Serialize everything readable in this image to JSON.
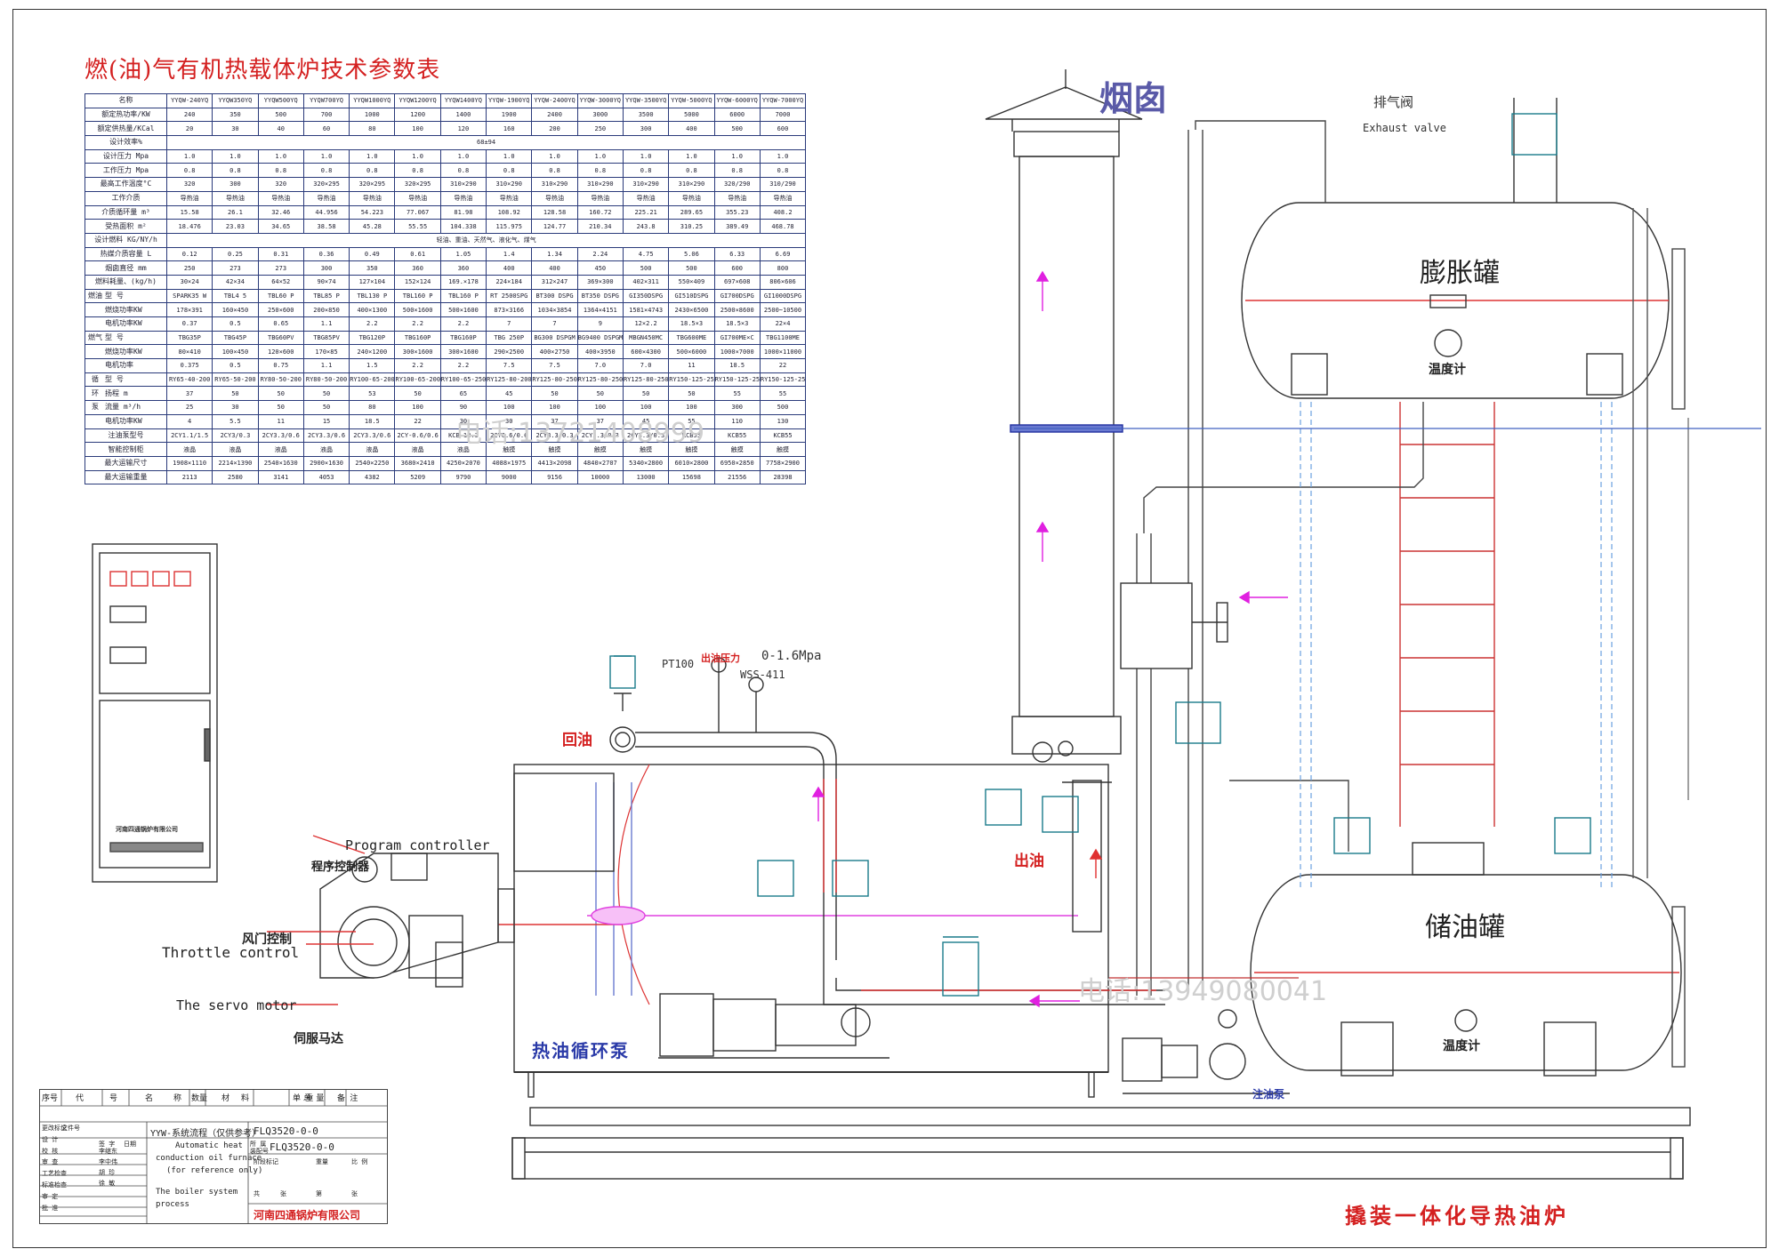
{
  "title": "燃(油)气有机热载体炉技术参数表",
  "param_table": {
    "rows": [
      [
        "名称",
        "YYQW-240YQ",
        "YYQW350YQ",
        "YYQW500YQ",
        "YYQW700YQ",
        "YYQW1000YQ",
        "YYQW1200YQ",
        "YYQW1400YQ",
        "YYQW-1900YQ",
        "YYQW-2400YQ",
        "YYQW-3000YQ",
        "YYQW-3500YQ",
        "YYQW-5000YQ",
        "YYQW-6000YQ",
        "YYQW-7000YQ"
      ],
      [
        "额定热功率/KW",
        "240",
        "350",
        "500",
        "700",
        "1000",
        "1200",
        "1400",
        "1900",
        "2400",
        "3000",
        "3500",
        "5000",
        "6000",
        "7000"
      ],
      [
        "额定供热量/KCal",
        "20",
        "30",
        "40",
        "60",
        "80",
        "100",
        "120",
        "160",
        "200",
        "250",
        "300",
        "400",
        "500",
        "600"
      ],
      [
        "设计效率%",
        "68±94"
      ],
      [
        "设计压力 Mpa",
        "1.0",
        "1.0",
        "1.0",
        "1.0",
        "1.0",
        "1.0",
        "1.0",
        "1.0",
        "1.0",
        "1.0",
        "1.0",
        "1.0",
        "1.0",
        "1.0"
      ],
      [
        "工作压力 Mpa",
        "0.8",
        "0.8",
        "0.8",
        "0.8",
        "0.8",
        "0.8",
        "0.8",
        "0.8",
        "0.8",
        "0.8",
        "0.8",
        "0.8",
        "0.8",
        "0.8"
      ],
      [
        "最高工作温度°C",
        "320",
        "300",
        "320",
        "320×295",
        "320×295",
        "320×295",
        "310×290",
        "310×290",
        "310×290",
        "310×290",
        "310×290",
        "310×290",
        "320/290",
        "310/290"
      ],
      [
        "工作介质",
        "导热油",
        "导热油",
        "导热油",
        "导热油",
        "导热油",
        "导热油",
        "导热油",
        "导热油",
        "导热油",
        "导热油",
        "导热油",
        "导热油",
        "导热油",
        "导热油"
      ],
      [
        "介质循环量 m³",
        "15.58",
        "26.1",
        "32.46",
        "44.956",
        "54.223",
        "77.067",
        "81.98",
        "108.92",
        "128.58",
        "160.72",
        "225.21",
        "289.65",
        "355.23",
        "408.2"
      ],
      [
        "受热面积 m²",
        "18.476",
        "23.03",
        "34.65",
        "38.58",
        "45.28",
        "55.55",
        "104.338",
        "115.975",
        "124.77",
        "210.34",
        "243.8",
        "310.25",
        "389.49",
        "468.78"
      ],
      [
        "设计燃料 KG/NY/h",
        "轻油、重油、天然气、液化气、煤气"
      ],
      [
        "热媒介质容量 L",
        "0.12",
        "0.25",
        "0.31",
        "0.36",
        "0.49",
        "0.61",
        "1.05",
        "1.4",
        "1.34",
        "2.24",
        "4.75",
        "5.06",
        "6.33",
        "6.69"
      ],
      [
        "烟囱直径 mm",
        "250",
        "273",
        "273",
        "300",
        "350",
        "360",
        "360",
        "400",
        "400",
        "450",
        "500",
        "500",
        "600",
        "800"
      ],
      [
        "燃料耗量、(kg/h)",
        "30×24",
        "42×34",
        "64×52",
        "90×74",
        "127×104",
        "152×124",
        "169.×178",
        "224×184",
        "312×247",
        "369×300",
        "402×311",
        "550×409",
        "697×608",
        "806×606"
      ],
      [
        "燃油",
        "型 号",
        "SPARK35 W",
        "TBL4 5",
        "TBL60 P",
        "TBL85 P",
        "TBL130 P",
        "TBL160 P",
        "TBL160 P",
        "RT 2500SPG",
        "BT300 DSPG",
        "BT350 DSPG",
        "GI350DSPG",
        "GI510DSPG",
        "GI700DSPG",
        "GI1000DSPG"
      ],
      [
        "",
        "燃烧功率KW",
        "178×391",
        "160×450",
        "250×600",
        "200×850",
        "400×1300",
        "500×1600",
        "500×1600",
        "873×3166",
        "1034×3854",
        "1364×4151",
        "1581×4743",
        "2430×6500",
        "2500×8600",
        "2500~10500"
      ],
      [
        "",
        "电机功率KW",
        "0.37",
        "0.5",
        "0.65",
        "1.1",
        "2.2",
        "2.2",
        "2.2",
        "7",
        "7",
        "9",
        "12×2.2",
        "18.5×3",
        "18.5×3",
        "22×4"
      ],
      [
        "燃气",
        "型 号",
        "TBG35P",
        "TBG45P",
        "TBG60PV",
        "TBG85PV",
        "TBG120P",
        "TBG160P",
        "TBG160P",
        "TBG 250P",
        "BG300 DSPGM",
        "BG9400 DSPGM",
        "MBGN450MC",
        "TBG600ME",
        "GI700ME×C",
        "TBG1100ME"
      ],
      [
        "",
        "燃烧功率KW",
        "80×410",
        "100×450",
        "120×600",
        "170×85",
        "240×1200",
        "300×1600",
        "300×1600",
        "290×2500",
        "400×2750",
        "400×3950",
        "600×4300",
        "500×6000",
        "1000×7000",
        "1000×11000"
      ],
      [
        "",
        "电机功率",
        "0.375",
        "0.5",
        "0.75",
        "1.1",
        "1.5",
        "2.2",
        "2.2",
        "7.5",
        "7.5",
        "7.0",
        "7.0",
        "11",
        "18.5",
        "22"
      ],
      [
        "循",
        "型 号",
        "RY65-40-200",
        "RY65-50-200",
        "RY80-50-200",
        "RY80-50-200",
        "RY100-65-200",
        "RY100-65-200",
        "RY100-65-250",
        "RY125-80-200",
        "RY125-80-250",
        "RY125-80-250",
        "RY125-80-250",
        "RY150-125-250",
        "RY150-125-250",
        "RY150-125-250"
      ],
      [
        "环",
        "扬程 m",
        "37",
        "50",
        "50",
        "50",
        "53",
        "50",
        "65",
        "45",
        "50",
        "50",
        "50",
        "50",
        "55",
        "55"
      ],
      [
        "泵",
        "流量 m³/h",
        "25",
        "30",
        "50",
        "50",
        "80",
        "100",
        "90",
        "100",
        "100",
        "100",
        "100",
        "100",
        "300",
        "500"
      ],
      [
        "",
        "电机功率KW",
        "4",
        "5.5",
        "11",
        "15",
        "18.5",
        "22",
        "30",
        "30",
        "37",
        "37",
        "45",
        "55",
        "110",
        "130"
      ],
      [
        "注油泵型号",
        "2CY1.1/1.5",
        "2CY3/0.3",
        "2CY3.3/0.6",
        "2CY3.3/0.6",
        "2CY3.3/0.6",
        "2CY-0.6/0.6",
        "KCB-18.3",
        "2CY0.6/0.6",
        "2CY3.3/0.3",
        "2CY3.3/0.3",
        "2CY3.3/0.3",
        "KCB55",
        "KCB55",
        "KCB55"
      ],
      [
        "智能控制柜",
        "液晶",
        "液晶",
        "液晶",
        "液晶",
        "液晶",
        "液晶",
        "液晶",
        "触摸",
        "触摸",
        "触摸",
        "触摸",
        "触摸",
        "触摸",
        "触摸"
      ],
      [
        "最大运输尺寸",
        "1908×1110",
        "2214×1390",
        "2540×1630",
        "2900×1630",
        "2540×2250",
        "3680×2410",
        "4250×2070",
        "4088×1975",
        "4413×2098",
        "4840×2707",
        "5340×2800",
        "6010×2800",
        "6950×2850",
        "7758×2900"
      ],
      [
        "最大运输重量",
        "2113",
        "2580",
        "3141",
        "4053",
        "4382",
        "5209",
        "9790",
        "9000",
        "9156",
        "10000",
        "13000",
        "15698",
        "21556",
        "28398"
      ]
    ]
  },
  "labels": {
    "chimney": "烟囱",
    "exhaust_cn": "排气阀",
    "exhaust_en": "Exhaust valve",
    "expansion_tank": "膨胀罐",
    "thermometer": "温度计",
    "storage_tank": "储油罐",
    "phone1": "电话:13721408999",
    "phone2": "电话:13949080041",
    "pt100": "PT100",
    "outlet_pressure": "出油压力",
    "pressure_range": "0-1.6Mpa",
    "wss": "WSS-411",
    "return_oil": "回油",
    "outlet_oil": "出油",
    "program_controller_en": "Program controller",
    "program_controller_cn": "程序控制器",
    "throttle_cn": "风门控制",
    "throttle_en": "Throttle control",
    "servo_en": "The servo motor",
    "servo_cn": "伺服马达",
    "circ_pump": "热油循环泵",
    "filling_pump": "注油泵",
    "cabinet_company": "河南四通锅炉有限公司",
    "skid_title": "撬装一体化导热油炉"
  },
  "titleblock": {
    "header": [
      "序号",
      "代",
      "号",
      "名",
      "称",
      "数量",
      "材",
      "料",
      "单 重",
      "总 量",
      "备 注"
    ],
    "project": "YYW-系统流程（仅供参考）",
    "drawing_no": "FLQ3520-0-0",
    "drawing_no2": "FLQ3520-0-0",
    "desc_en1": "Automatic heat",
    "desc_en2": "conduction oil furnace",
    "desc_en3": "(for reference only)",
    "desc_en4": "The boiler system",
    "desc_en5": "process",
    "company": "河南四通锅炉有限公司",
    "left_rows": [
      "更改标记",
      "设 计",
      "校 核",
      "审 查",
      "工艺检查",
      "标准检查",
      "审 定",
      "批 准"
    ],
    "file_no": "文件号",
    "sign": "签 字",
    "date": "日期",
    "names": [
      "李继东",
      "李中伟",
      "胡 珍",
      "徐 敏"
    ],
    "belong": "所 属",
    "assembly": "装配号",
    "stage": "阶段标记",
    "weight": "重量",
    "scale": "比 例",
    "total": "共",
    "sheet": "张",
    "page": "第",
    "sheet2": "张"
  }
}
